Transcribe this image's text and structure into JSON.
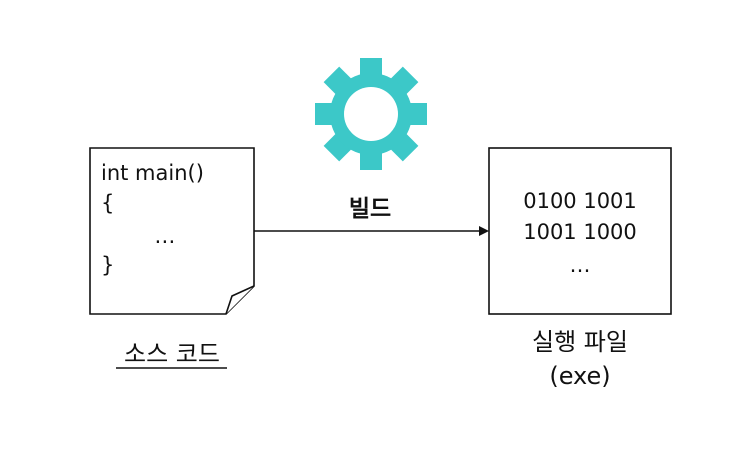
{
  "colors": {
    "gear": "#3cc8c8",
    "stroke": "#111111"
  },
  "gear_icon": "gear-icon",
  "build_label": "빌드",
  "source": {
    "code_lines": [
      "int main()",
      "{",
      "        …",
      "}"
    ],
    "caption": "소스 코드"
  },
  "executable": {
    "binary_lines": [
      "0100 1001",
      "1001 1000",
      "…"
    ],
    "caption_line1": "실행 파일",
    "caption_line2": "(exe)"
  }
}
